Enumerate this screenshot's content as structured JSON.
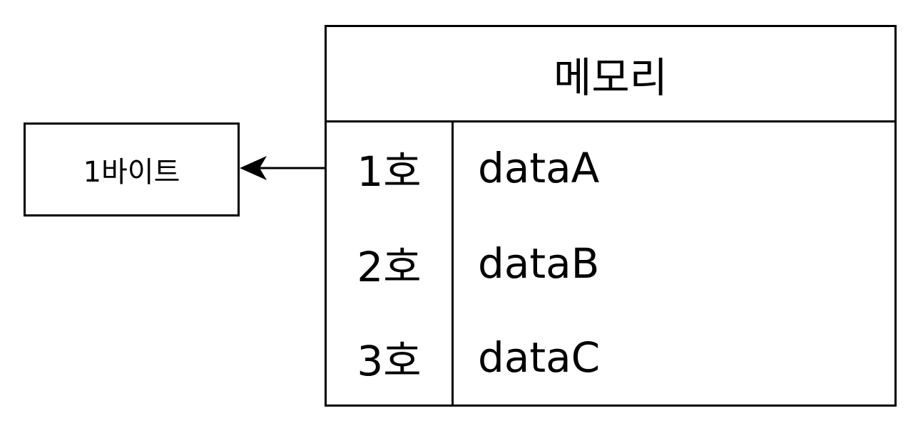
{
  "byte_box": {
    "label": "1바이트"
  },
  "memory": {
    "title": "메모리",
    "rows": [
      {
        "address": "1호",
        "value": "dataA"
      },
      {
        "address": "2호",
        "value": "dataB"
      },
      {
        "address": "3호",
        "value": "dataC"
      }
    ]
  },
  "colors": {
    "stroke": "#000000",
    "background": "#ffffff"
  }
}
